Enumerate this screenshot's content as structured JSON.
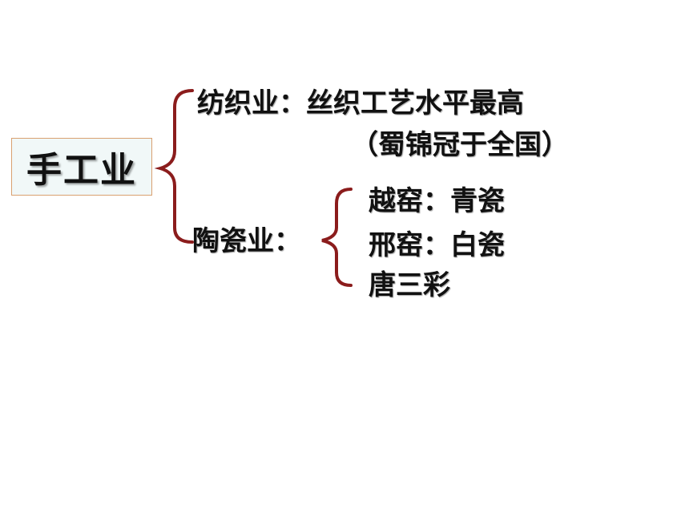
{
  "root": {
    "label": "手工业"
  },
  "branches": [
    {
      "label": "纺织业：丝织工艺水平最高",
      "note": "（蜀锦冠于全国）"
    },
    {
      "label": "陶瓷业：",
      "items": [
        "越窑：青瓷",
        "邢窑：白瓷",
        "唐三彩"
      ]
    }
  ],
  "colors": {
    "brace": "#8b1c1c",
    "root_border": "#d9a070",
    "root_fill": "#f1f8f8",
    "text": "#111111"
  }
}
